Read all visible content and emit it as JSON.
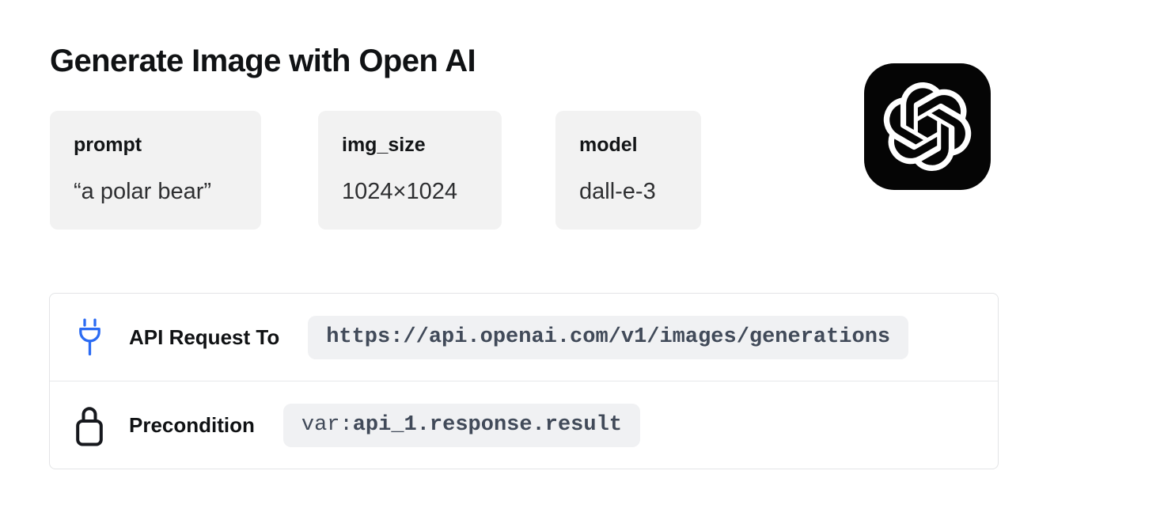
{
  "header": {
    "title": "Generate Image with Open AI"
  },
  "params": [
    {
      "name": "prompt",
      "value": "“a polar bear”"
    },
    {
      "name": "img_size",
      "value": "1024×1024"
    },
    {
      "name": "model",
      "value": "dall-e-3"
    }
  ],
  "logo": {
    "name": "openai-logo",
    "background_color": "#050505",
    "mark_color": "#ffffff"
  },
  "request_panel": {
    "rows": [
      {
        "icon": "plug-icon",
        "icon_color": "#2b6bf3",
        "label": "API Request To",
        "chip": {
          "prefix": "",
          "text": "https://api.openai.com/v1/images/generations"
        }
      },
      {
        "icon": "lock-icon",
        "icon_color": "#16181d",
        "label": "Precondition",
        "chip": {
          "prefix": "var: ",
          "text": "api_1.response.result"
        }
      }
    ]
  },
  "colors": {
    "card_background": "#f2f2f2",
    "chip_background": "#f0f1f3",
    "chip_text": "#414a59",
    "panel_border": "#e3e4e6",
    "title_text": "#101214",
    "accent_blue": "#2b6bf3"
  }
}
